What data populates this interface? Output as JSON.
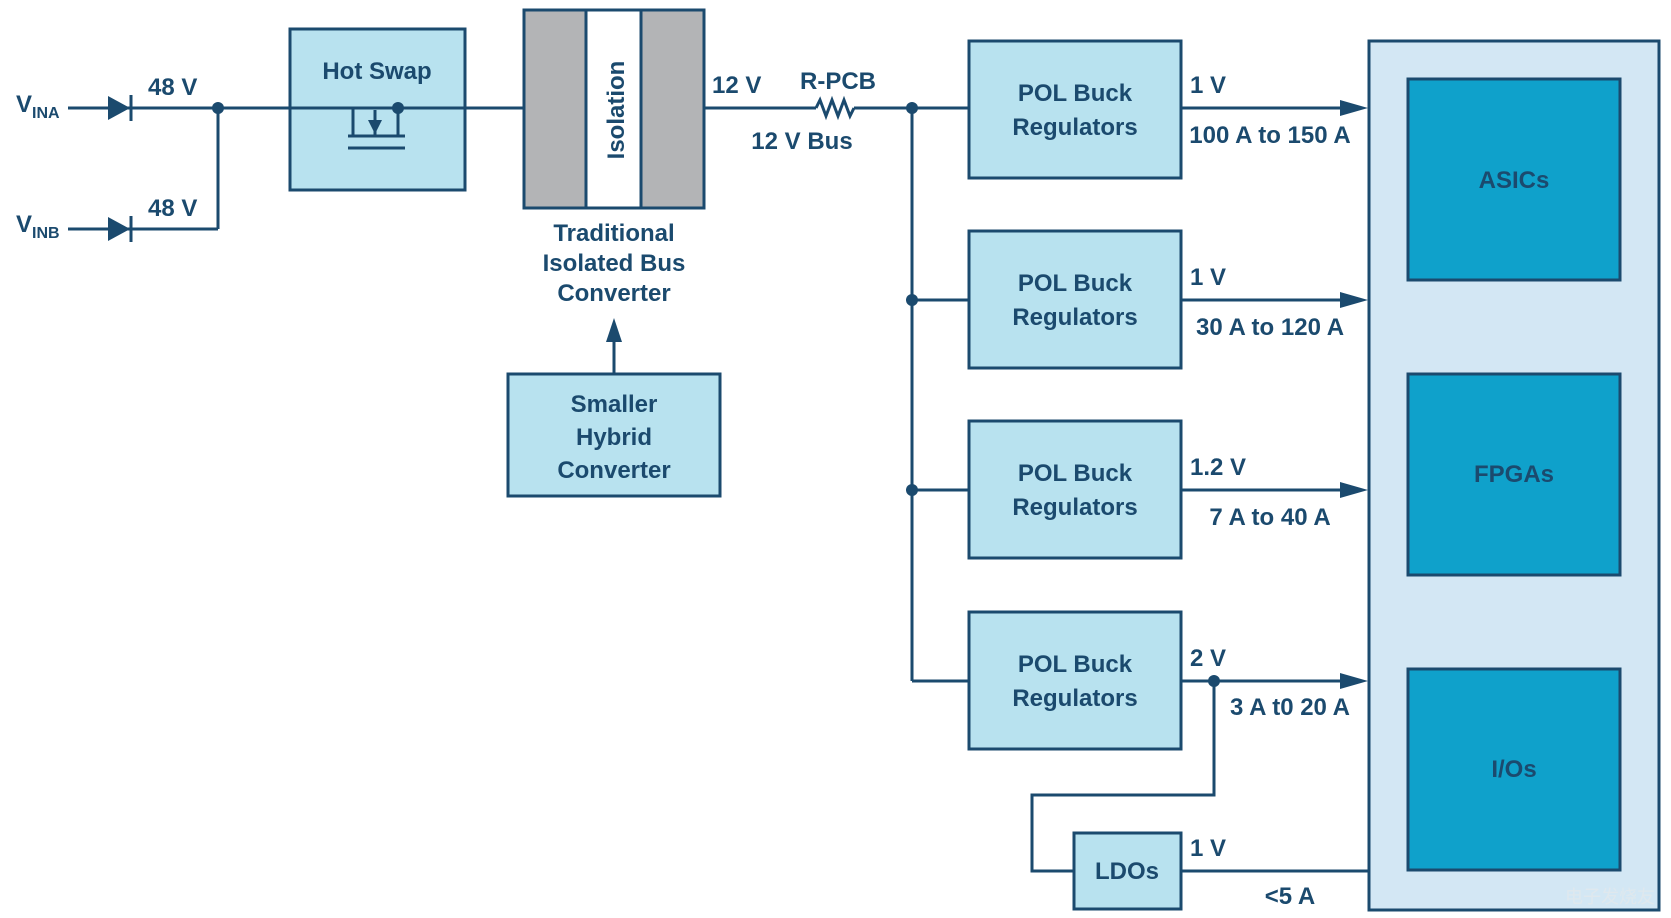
{
  "inputs": {
    "vina_main": "V",
    "vina_sub": "INA",
    "vinb_main": "V",
    "vinb_sub": "INB",
    "vina_voltage": "48 V",
    "vinb_voltage": "48 V"
  },
  "hot_swap": {
    "label": "Hot Swap"
  },
  "isolation": {
    "label": "Isolation"
  },
  "bus_converter": {
    "line1": "Traditional",
    "line2": "Isolated Bus",
    "line3": "Converter"
  },
  "hybrid_converter": {
    "line1": "Smaller",
    "line2": "Hybrid",
    "line3": "Converter"
  },
  "bus": {
    "output_voltage": "12 V",
    "rpcb_label": "R-PCB",
    "bus_label": "12 V Bus"
  },
  "regulators": [
    {
      "line1": "POL Buck",
      "line2": "Regulators",
      "voltage": "1 V",
      "current": "100 A to 150 A"
    },
    {
      "line1": "POL Buck",
      "line2": "Regulators",
      "voltage": "1 V",
      "current": "30 A to 120 A"
    },
    {
      "line1": "POL Buck",
      "line2": "Regulators",
      "voltage": "1.2 V",
      "current": "7 A to 40 A"
    },
    {
      "line1": "POL Buck",
      "line2": "Regulators",
      "voltage": "2 V",
      "current": "3 A t0 20 A"
    }
  ],
  "ldo": {
    "label": "LDOs",
    "voltage": "1 V",
    "current": "<5 A"
  },
  "loads": {
    "asics": "ASICs",
    "fpgas": "FPGAs",
    "ios": "I/Os"
  },
  "watermark": "电子发烧友",
  "colors": {
    "line": "#1b4a6e",
    "box_light": "#b8e2ef",
    "box_dark": "#0fa1cb",
    "panel": "#d3e7f4",
    "isolation_gray": "#b3b4b6"
  }
}
